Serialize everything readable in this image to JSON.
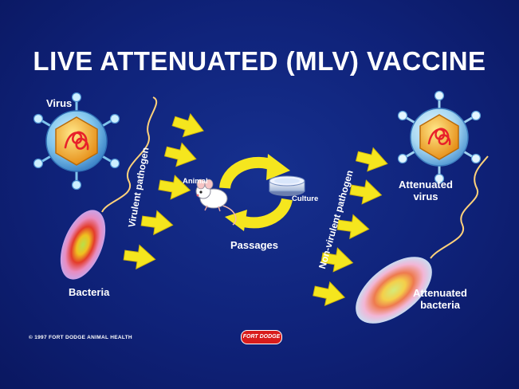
{
  "title": "LIVE ATTENUATED (MLV) VACCINE",
  "labels": {
    "virus": "Virus",
    "bacteria": "Bacteria",
    "virulent_pathogen": "Virulent pathogen",
    "animal": "Animal",
    "culture": "Culture",
    "passages": "Passages",
    "non_virulent_pathogen": "Non-virulent pathogen",
    "attenuated_virus": [
      "Attenuated",
      "virus"
    ],
    "attenuated_bacteria": [
      "Attenuated",
      "bacteria"
    ]
  },
  "footer": {
    "copyright": "© 1997 FORT DODGE ANIMAL HEALTH",
    "logo": "FORT DODGE"
  },
  "colors": {
    "background": "#0f2279",
    "arrow": "#f5e61e",
    "virus_shell": "#7fc4ec",
    "virus_core": "#f2a81e",
    "rna": "#e8202a",
    "bacteria_outer": "#e8a8c8",
    "bacteria_inner": "#e33c2a",
    "logo": "#d81c1c"
  }
}
